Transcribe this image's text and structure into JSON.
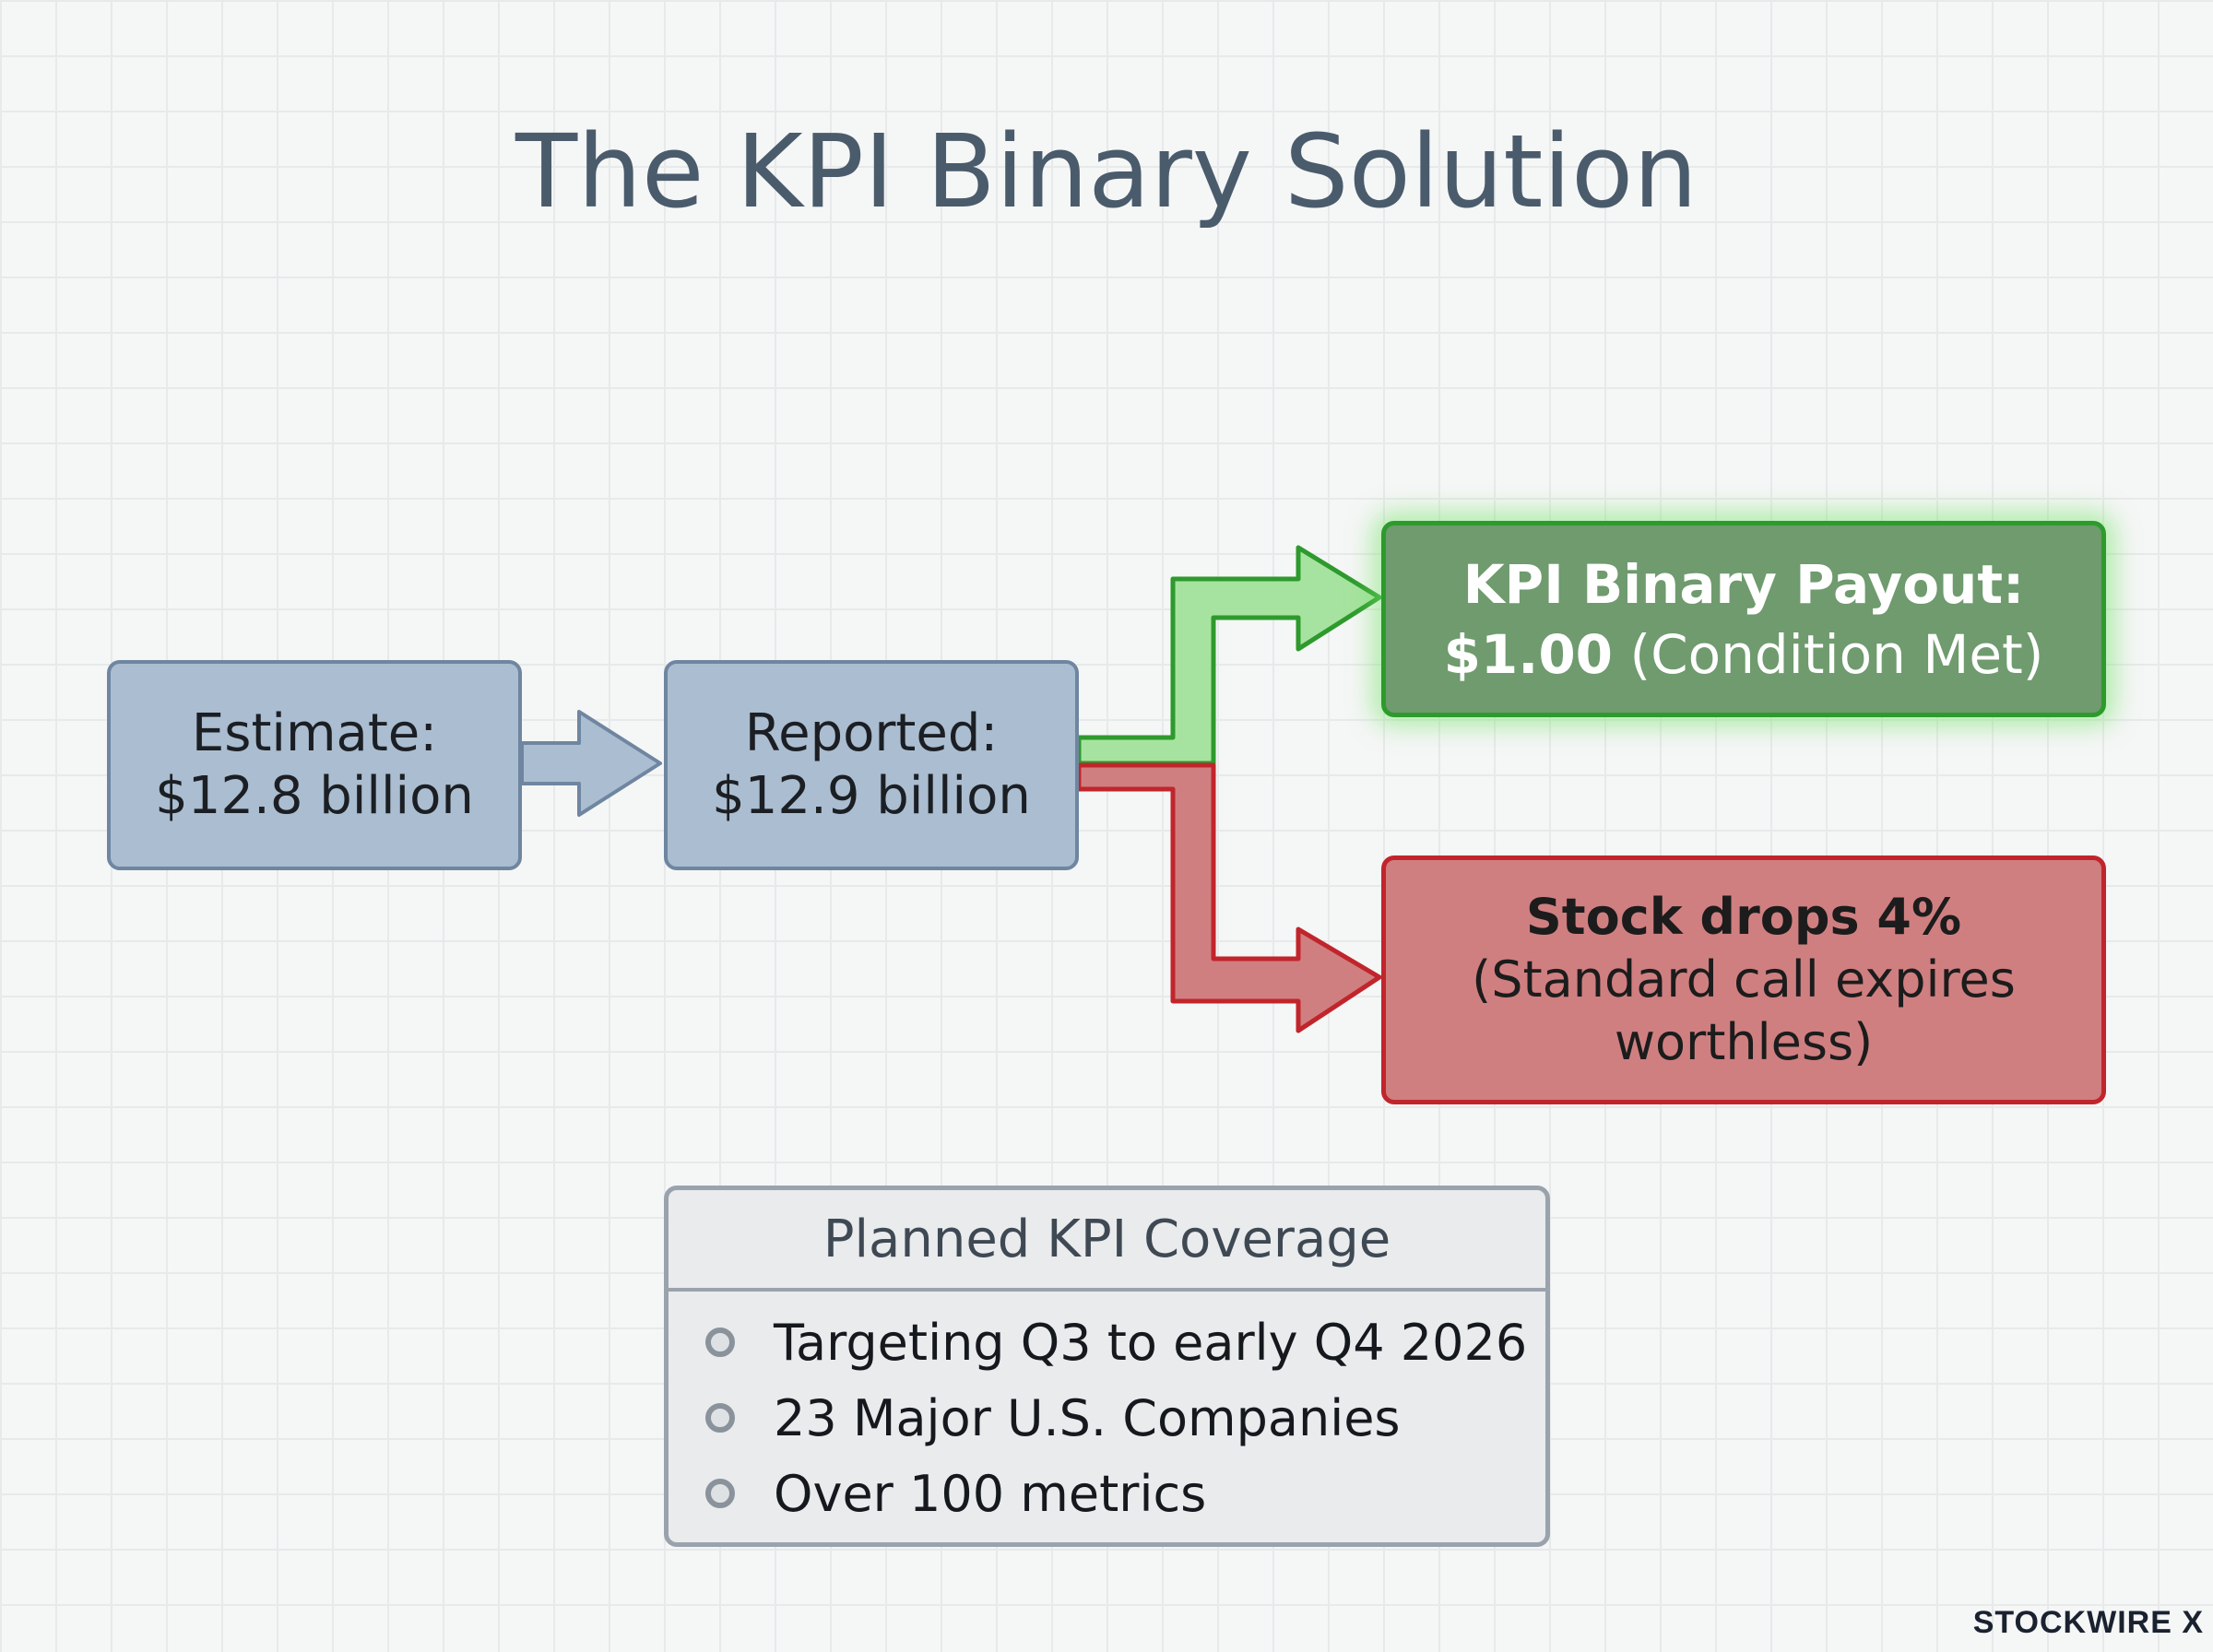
{
  "title": "The KPI Binary Solution",
  "estimate": {
    "line1": "Estimate:",
    "line2": "$12.8 billion"
  },
  "reported": {
    "line1": "Reported:",
    "line2": "$12.9 billion"
  },
  "payout": {
    "line1": "KPI Binary Payout:",
    "amount": "$1.00",
    "condition": "(Condition Met)"
  },
  "stock": {
    "line1": "Stock drops 4%",
    "line2": "(Standard call expires",
    "line3": "worthless)"
  },
  "coverage": {
    "header": "Planned KPI Coverage",
    "items": [
      "Targeting Q3 to early Q4 2026",
      "23 Major U.S. Companies",
      "Over 100 metrics"
    ]
  },
  "watermark": "STOCKWIRE X",
  "colors": {
    "blue_fill": "#abbdd0",
    "green_fill": "#6f9b6e",
    "green_border": "#2e9a2d",
    "red_fill": "#d07f81",
    "red_border": "#c1252c"
  }
}
